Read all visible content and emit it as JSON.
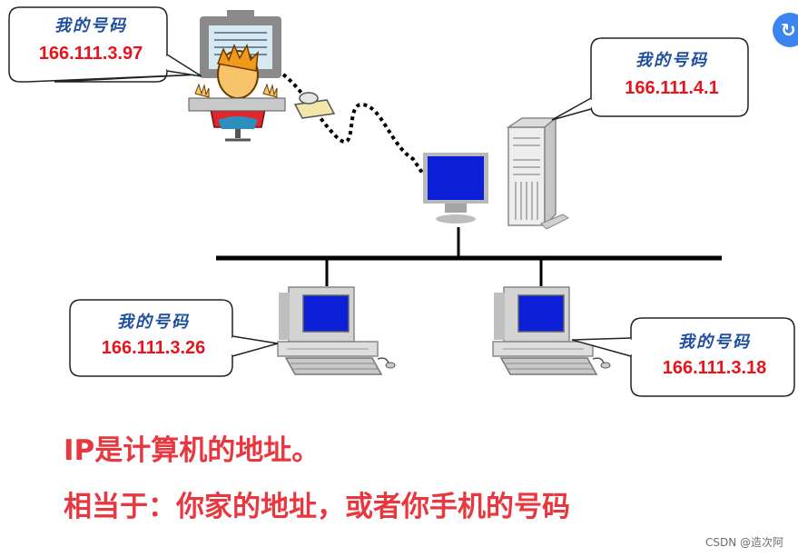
{
  "callouts": [
    {
      "title": "我的号码",
      "ip": "166.111.3.97"
    },
    {
      "title": "我的号码",
      "ip": "166.111.4.1"
    },
    {
      "title": "我的号码",
      "ip": "166.111.3.26"
    },
    {
      "title": "我的号码",
      "ip": "166.111.3.18"
    }
  ],
  "captions": {
    "line1": "IP是计算机的地址。",
    "line2": "相当于：你家的地址，或者你手机的号码"
  },
  "watermark": "CSDN @造次阿",
  "icons": {
    "side_button": "sync-icon"
  },
  "colors": {
    "callout_title": "#1f4f9e",
    "callout_ip": "#e8141c",
    "caption": "#e8373e",
    "screen_blue": "#0a1fd6"
  }
}
